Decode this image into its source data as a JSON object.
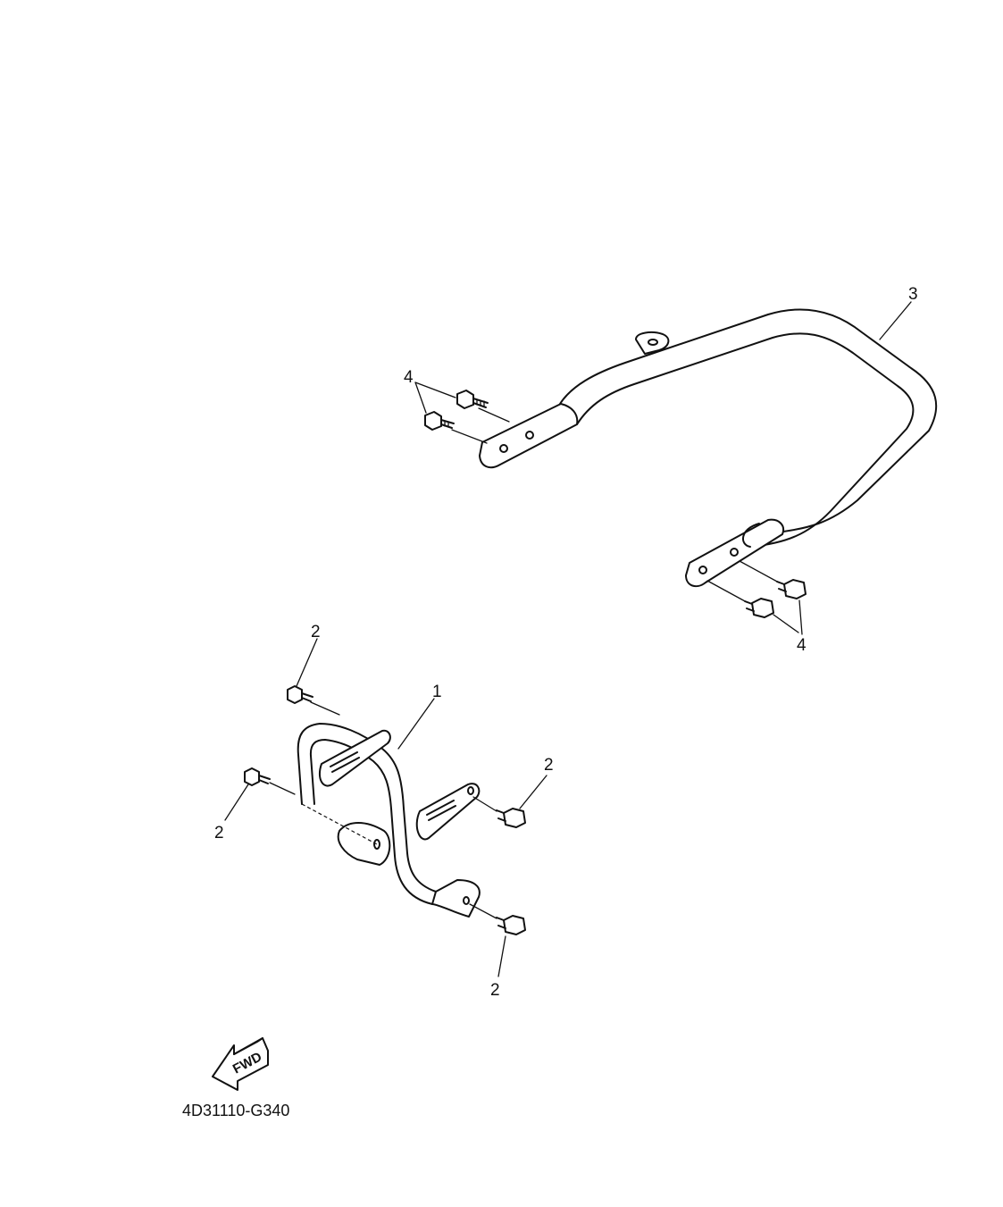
{
  "callouts": {
    "part_1": "1",
    "part_2_top": "2",
    "part_2_left": "2",
    "part_2_right": "2",
    "part_2_bottom": "2",
    "part_3": "3",
    "part_4_top": "4",
    "part_4_bottom": "4"
  },
  "fwd_label": "FWD",
  "diagram_code": "4D31110-G340",
  "icons": {
    "fwd": "fwd-arrow-icon"
  }
}
